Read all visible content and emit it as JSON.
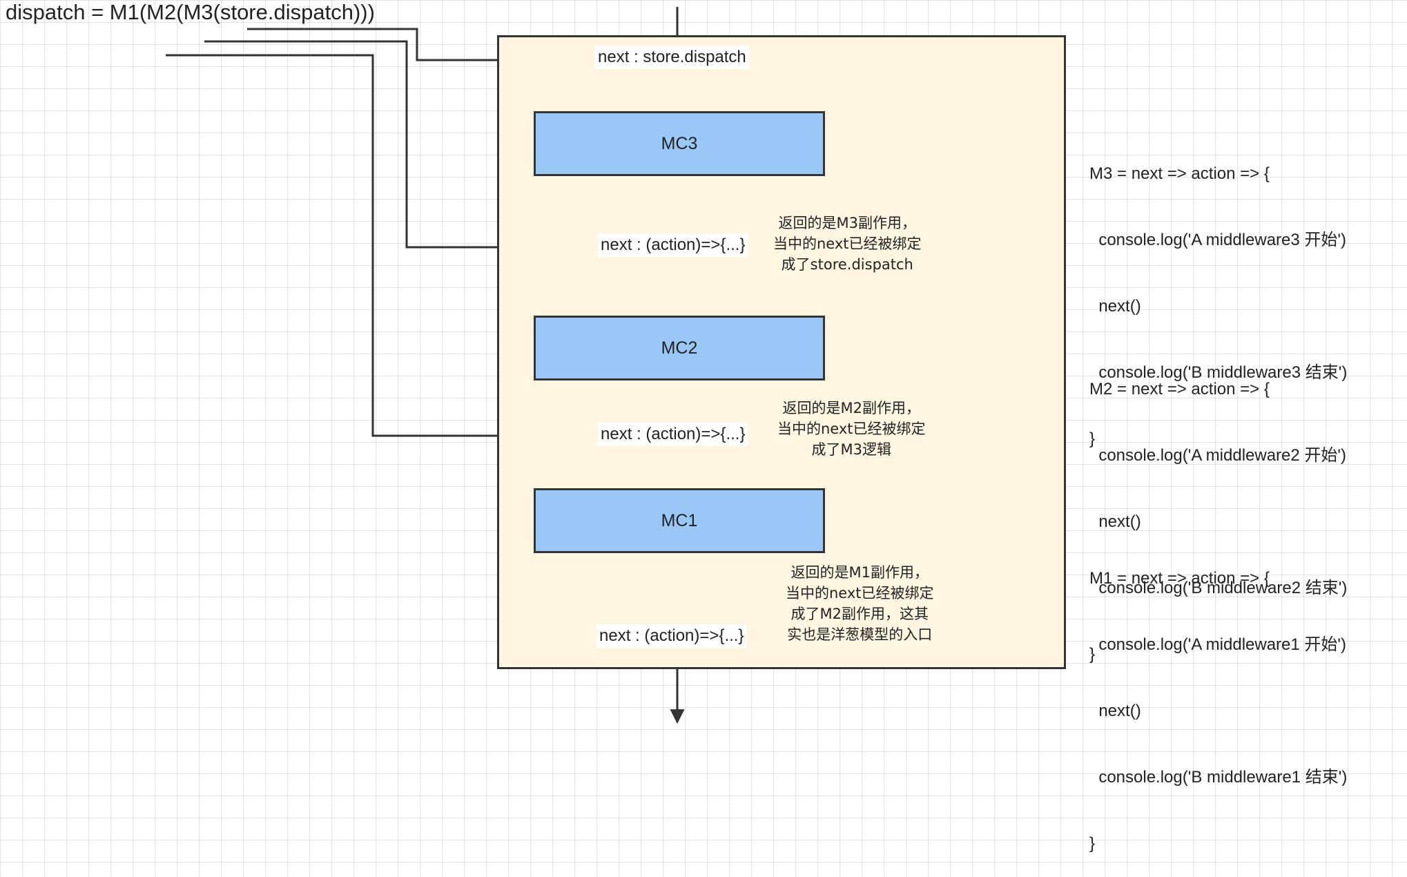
{
  "formula": "dispatch = M1(M2(M3(store.dispatch)))",
  "boxes": [
    {
      "id": "mc3",
      "label": "MC3"
    },
    {
      "id": "mc2",
      "label": "MC2"
    },
    {
      "id": "mc1",
      "label": "MC1"
    }
  ],
  "next_labels": [
    "next : store.dispatch",
    "next : (action)=>{...}",
    "next : (action)=>{...}",
    "next : (action)=>{...}"
  ],
  "notes": [
    [
      "返回的是M3副作用，",
      "当中的next已经被绑定",
      "成了store.dispatch"
    ],
    [
      "返回的是M2副作用，",
      "当中的next已经被绑定",
      "成了M3逻辑"
    ],
    [
      "返回的是M1副作用，",
      "当中的next已经被绑定",
      "成了M2副作用，这其",
      "实也是洋葱模型的入口"
    ]
  ],
  "code_blocks": [
    {
      "name": "M3",
      "lines": [
        "M3 = next => action => {",
        "  console.log('A middleware3 开始')",
        "  next()",
        "  console.log('B middleware3 结束')",
        "}"
      ]
    },
    {
      "name": "M2",
      "lines": [
        "M2 = next => action => {",
        "  console.log('A middleware2 开始')",
        "  next()",
        "  console.log('B middleware2 结束')",
        "}"
      ]
    },
    {
      "name": "M1",
      "lines": [
        "M1 = next => action => {",
        "  console.log('A middleware1 开始')",
        "  next()",
        "  console.log('B middleware1 结束')",
        "}"
      ]
    }
  ],
  "colors": {
    "container_fill": "#fff6e1",
    "box_fill": "#99c8f8",
    "line": "#333333",
    "grid": "#e3e3e3"
  }
}
